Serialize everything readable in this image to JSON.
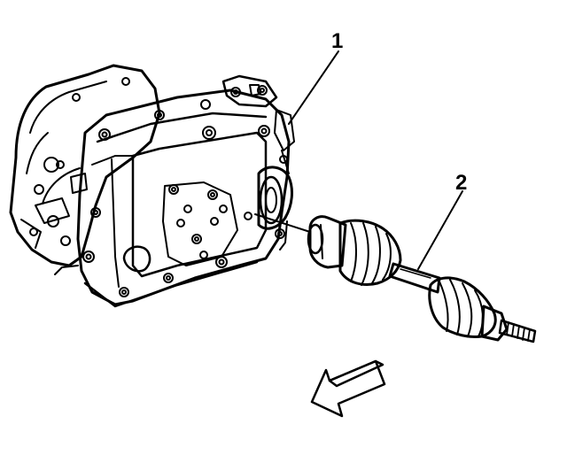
{
  "callouts": [
    {
      "id": "1",
      "label": "1"
    },
    {
      "id": "2",
      "label": "2"
    }
  ],
  "colors": {
    "ink": "#000000",
    "paper": "#ffffff",
    "shade": "#d9d9d9"
  },
  "icons": {
    "direction": "front-direction-arrow-icon"
  }
}
